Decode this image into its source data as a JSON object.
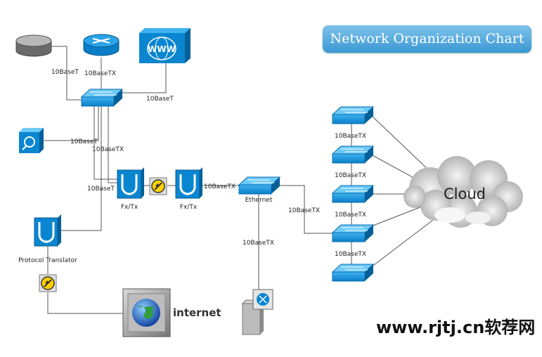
{
  "title": "Network Organization Chart",
  "watermark": "www.rjtj.cn软荐网",
  "links": {
    "disk_to_switch": "10BaseT",
    "router_to_switch": "10BaseTX",
    "web_to_switch": "10BaseT",
    "dir_to_switch": "10BaseT",
    "switch_to_fx": "10BaseTX",
    "switch_to_protocol": "10BaseT",
    "fx_to_ethernet": "10BaseTX",
    "ethernet_to_stack": "10BaseTX",
    "ethernet_to_server": "10BaseTX",
    "stack_1_2": "10BaseTX",
    "stack_2_3": "10BaseTX",
    "stack_3_4": "10BaseTX",
    "stack_4_5": "10BaseTX"
  },
  "devices": {
    "fx1": "Fx/Tx",
    "fx2": "Fx/Tx",
    "ethernet": "Ethernet",
    "protocol": "Protocol Translator",
    "internet": "internet",
    "cloud": "Cloud",
    "web": "WWW"
  }
}
